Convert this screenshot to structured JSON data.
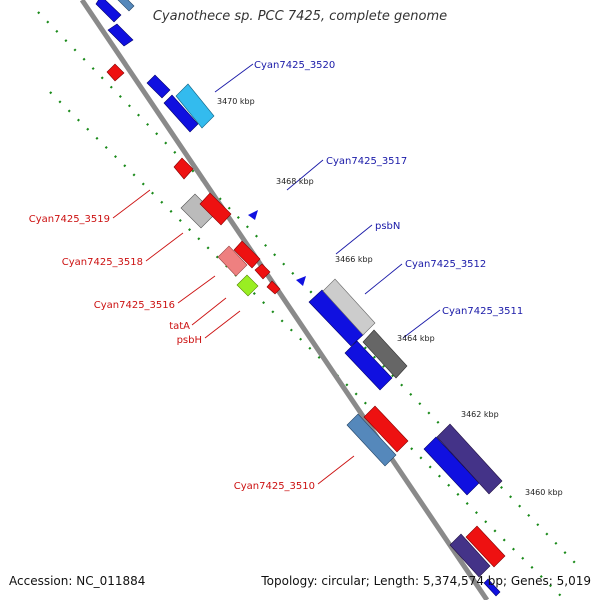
{
  "title": "Cyanothece sp. PCC 7425, complete genome",
  "accession": "Accession: NC_011884",
  "topology": "Topology: circular; Length: 5,374,574 bp; Genes: 5,019",
  "colors": {
    "backbone": "#8a8a8a",
    "tick": "#1a8a1a",
    "label_forward": "#1a1aa8",
    "label_reverse": "#cc1111"
  },
  "kbp_labels": [
    {
      "text": "3470 kbp",
      "kbp": 3470
    },
    {
      "text": "3468 kbp",
      "kbp": 3468
    },
    {
      "text": "3466 kbp",
      "kbp": 3466
    },
    {
      "text": "3464 kbp",
      "kbp": 3464
    },
    {
      "text": "3462 kbp",
      "kbp": 3462
    },
    {
      "text": "3460 kbp",
      "kbp": 3460
    }
  ],
  "gene_labels": [
    {
      "text": "Cyan7425_3520",
      "strand": "forward"
    },
    {
      "text": "Cyan7425_3517",
      "strand": "forward"
    },
    {
      "text": "psbN",
      "strand": "forward"
    },
    {
      "text": "Cyan7425_3512",
      "strand": "forward"
    },
    {
      "text": "Cyan7425_3511",
      "strand": "forward"
    },
    {
      "text": "Cyan7425_3519",
      "strand": "reverse"
    },
    {
      "text": "Cyan7425_3518",
      "strand": "reverse"
    },
    {
      "text": "Cyan7425_3516",
      "strand": "reverse"
    },
    {
      "text": "tatA",
      "strand": "reverse"
    },
    {
      "text": "psbH",
      "strand": "reverse"
    },
    {
      "text": "Cyan7425_3510",
      "strand": "reverse"
    }
  ]
}
